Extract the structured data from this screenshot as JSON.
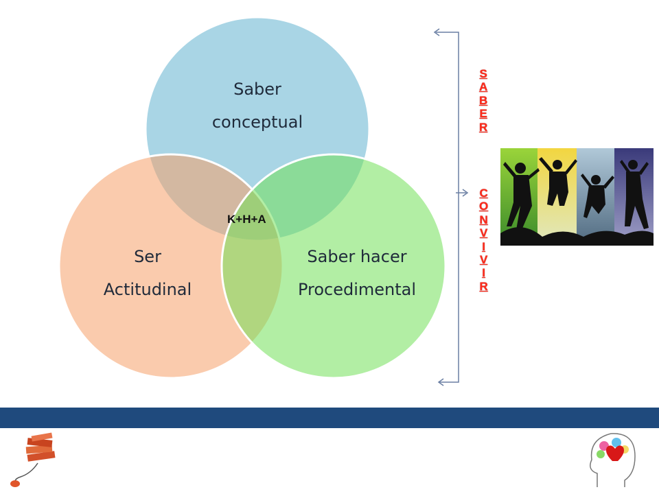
{
  "diagram": {
    "circles": [
      {
        "id": "top",
        "lines": [
          "Saber",
          "conceptual"
        ],
        "color": "#5fb3d1"
      },
      {
        "id": "left",
        "lines": [
          "Ser",
          "Actitudinal"
        ],
        "color": "#f5a06a"
      },
      {
        "id": "right",
        "lines": [
          "Saber hacer",
          "Procedimental"
        ],
        "color": "#73e05a"
      }
    ],
    "center_label": "K+H+A"
  },
  "side": {
    "vertical_word_1": [
      "S",
      "A",
      "B",
      "E",
      "R"
    ],
    "vertical_word_2": [
      "C",
      "O",
      "N",
      "V",
      "I",
      "V",
      "I",
      "R"
    ],
    "accent_color": "#ff2a1a"
  },
  "footer": {
    "bar_color": "#1f4a7d",
    "left_icon": "books-mouse-icon",
    "right_icon": "head-heart-brain-icon"
  },
  "photo": {
    "icon": "jumping-silhouettes-photo"
  }
}
